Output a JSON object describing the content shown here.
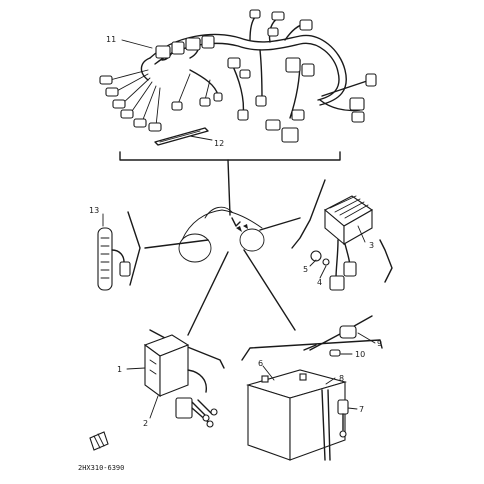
{
  "part_code": "2HX310-6390",
  "callouts": [
    {
      "id": "11",
      "text": "11"
    },
    {
      "id": "12",
      "text": "12"
    },
    {
      "id": "13",
      "text": "13"
    },
    {
      "id": "3",
      "text": "3"
    },
    {
      "id": "4",
      "text": "4"
    },
    {
      "id": "5",
      "text": "5"
    },
    {
      "id": "1",
      "text": "1"
    },
    {
      "id": "2",
      "text": "2"
    },
    {
      "id": "6",
      "text": "6"
    },
    {
      "id": "7",
      "text": "7"
    },
    {
      "id": "8",
      "text": "8"
    },
    {
      "id": "9",
      "text": "9"
    },
    {
      "id": "10",
      "text": "10"
    }
  ]
}
